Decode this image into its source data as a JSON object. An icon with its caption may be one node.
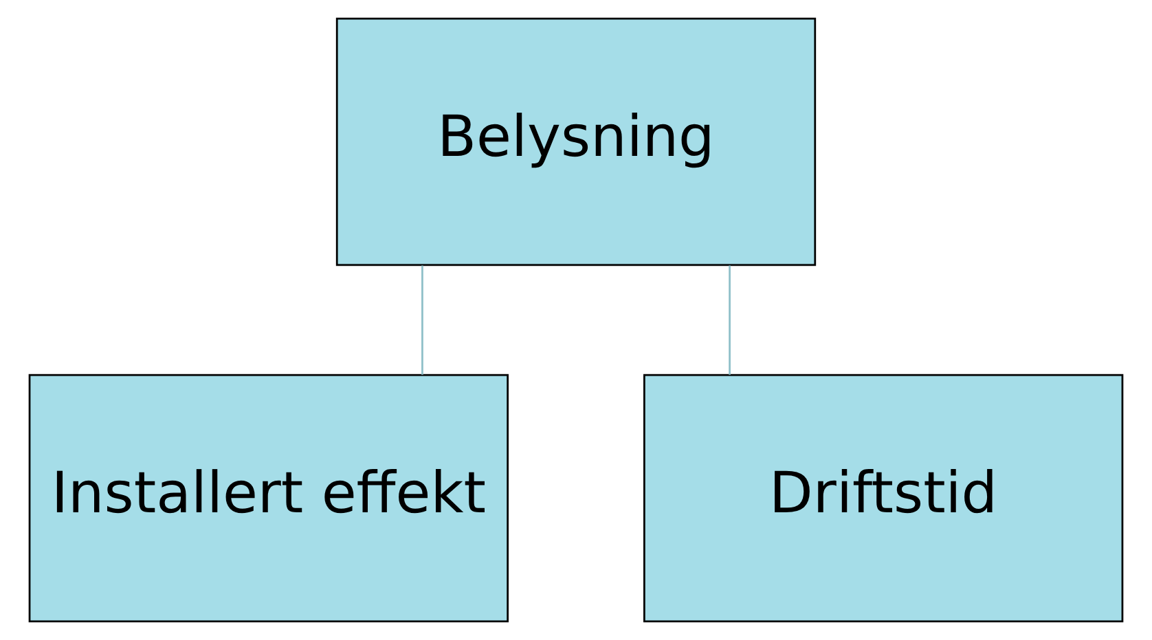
{
  "diagram": {
    "nodes": [
      {
        "text": [
          "Belysning"
        ]
      },
      {
        "text": [
          "Installert effekt"
        ]
      },
      {
        "text": [
          "Driftstid"
        ]
      }
    ],
    "edges": [
      {
        "from": 0,
        "to": 1,
        "arrow": "none"
      },
      {
        "from": 0,
        "to": 2,
        "arrow": "none"
      }
    ]
  }
}
